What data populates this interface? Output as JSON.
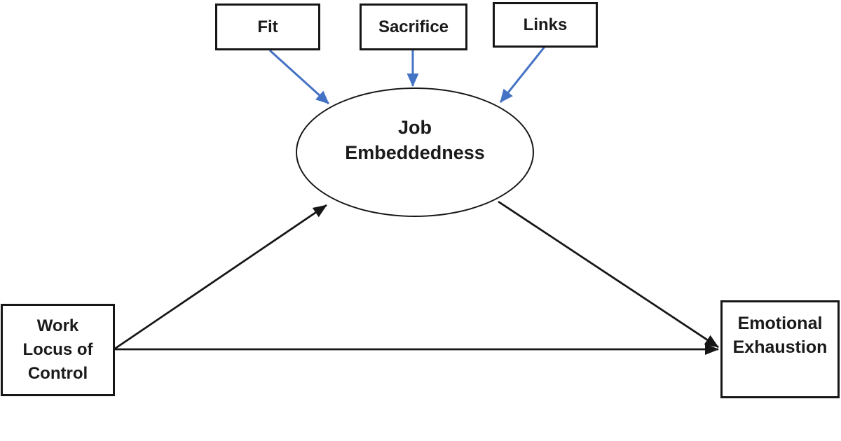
{
  "figure": {
    "type": "mediation-path-diagram",
    "background": "#ffffff",
    "colors": {
      "node_border": "#161616",
      "black_arrow": "#161616",
      "blue_arrow": "#4472c4",
      "text": "#1a1a1a"
    },
    "nodes": {
      "fit": {
        "label": "Fit",
        "shape": "rectangle"
      },
      "sacrifice": {
        "label": "Sacrifice",
        "shape": "rectangle"
      },
      "links": {
        "label": "Links",
        "shape": "rectangle"
      },
      "job_embeddedness": {
        "label": "Job\nEmbeddedness",
        "shape": "ellipse"
      },
      "work_locus_of_control": {
        "label": "Work\nLocus of\nControl",
        "shape": "rectangle"
      },
      "emotional_exhaustion": {
        "label": "Emotional\nExhaustion",
        "shape": "rectangle"
      }
    },
    "edges": [
      {
        "from": "fit",
        "to": "job_embeddedness",
        "color": "#4472c4",
        "style": "arrow"
      },
      {
        "from": "sacrifice",
        "to": "job_embeddedness",
        "color": "#4472c4",
        "style": "arrow"
      },
      {
        "from": "links",
        "to": "job_embeddedness",
        "color": "#4472c4",
        "style": "arrow"
      },
      {
        "from": "work_locus_of_control",
        "to": "job_embeddedness",
        "color": "#161616",
        "style": "arrow"
      },
      {
        "from": "job_embeddedness",
        "to": "emotional_exhaustion",
        "color": "#161616",
        "style": "arrow"
      },
      {
        "from": "work_locus_of_control",
        "to": "emotional_exhaustion",
        "color": "#161616",
        "style": "arrow"
      }
    ]
  }
}
